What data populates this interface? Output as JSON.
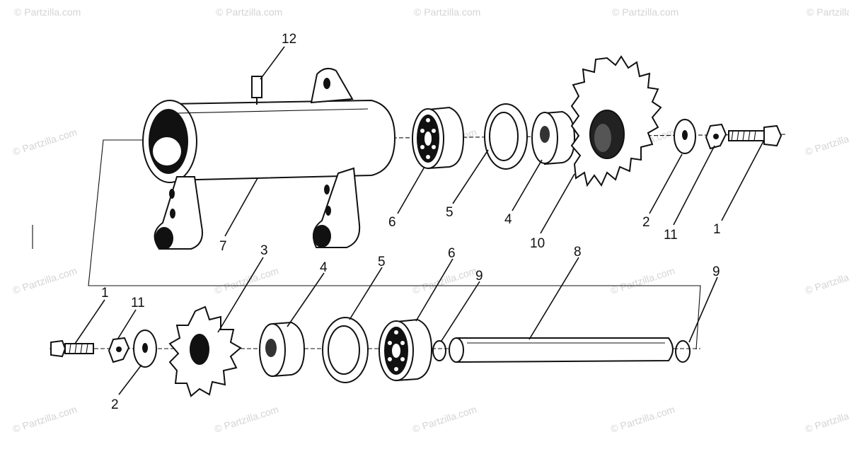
{
  "watermark_text": "© Partzilla.com",
  "callouts": {
    "c12": "12",
    "c7": "7",
    "c6a": "6",
    "c5a": "5",
    "c4a": "4",
    "c10": "10",
    "c2a": "2",
    "c11a": "11",
    "c1a": "1",
    "c3": "3",
    "c4b": "4",
    "c5b": "5",
    "c6b": "6",
    "c9a": "9",
    "c8": "8",
    "c9b": "9",
    "c1b": "1",
    "c11b": "11",
    "c2b": "2"
  }
}
